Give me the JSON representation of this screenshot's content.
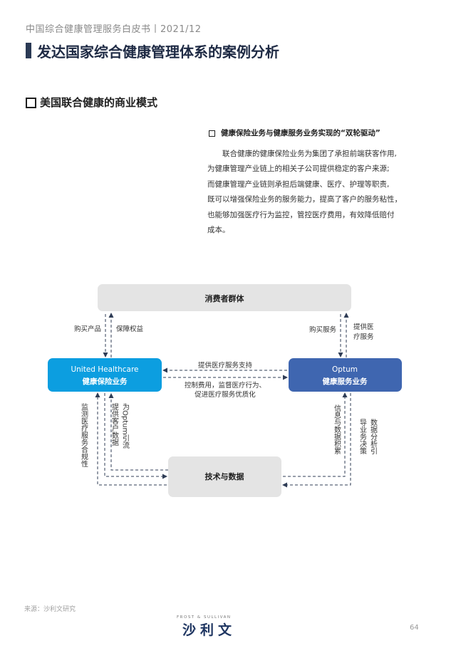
{
  "header": {
    "report_title": "中国综合健康管理服务白皮书丨2021/12",
    "page_title": "发达国家综合健康管理体系的案例分析"
  },
  "section": {
    "title": "美国联合健康的商业模式",
    "sub_title": "健康保险业务与健康服务业务实现的“双轮驱动”",
    "paragraph": [
      "联合健康的健康保险业务为集团了承担前端获客作用,",
      "为健康管理产业链上的相关子公司提供稳定的客户来源;",
      "而健康管理产业链则承担后端健康、医疗、护理等职责,",
      "既可以增强保险业务的服务能力，提高了客户的服务粘性，",
      "也能够加强医疗行为监控，管控医疗费用，有效降低赔付",
      "成本。"
    ]
  },
  "diagram": {
    "consumers": "消费者群体",
    "uhc_line1": "United Healthcare",
    "uhc_line2": "健康保险业务",
    "optum_line1": "Optum",
    "optum_line2": "健康服务业务",
    "tech": "技术与数据",
    "buy_products": "购买产品",
    "guarantee_rights": "保障权益",
    "buy_services": "购买服务",
    "provide_medical": [
      "提供医",
      "疗服务"
    ],
    "support_label": "提供医疗服务支持",
    "control_label": [
      "控制费用，监督医疗行为、",
      "促进医疗服务优质化"
    ],
    "monitor_label": "监测医疗服务合规性",
    "provide_data_label": "提供客户数据",
    "draw_optum_label": "为Optum引流",
    "accumulate_label": "信息与数据积累",
    "analysis_label": [
      "数据分析引",
      "导业务决策"
    ],
    "colors": {
      "uhc": "#0c9ee0",
      "optum": "#3f66b0",
      "node_gray": "#e4e4e4",
      "arrow": "#2f3d56"
    }
  },
  "footer": {
    "source": "来源：沙利文研究",
    "logo_top": "FROST & SULLIVAN",
    "logo": "沙利文",
    "page_number": "64"
  }
}
